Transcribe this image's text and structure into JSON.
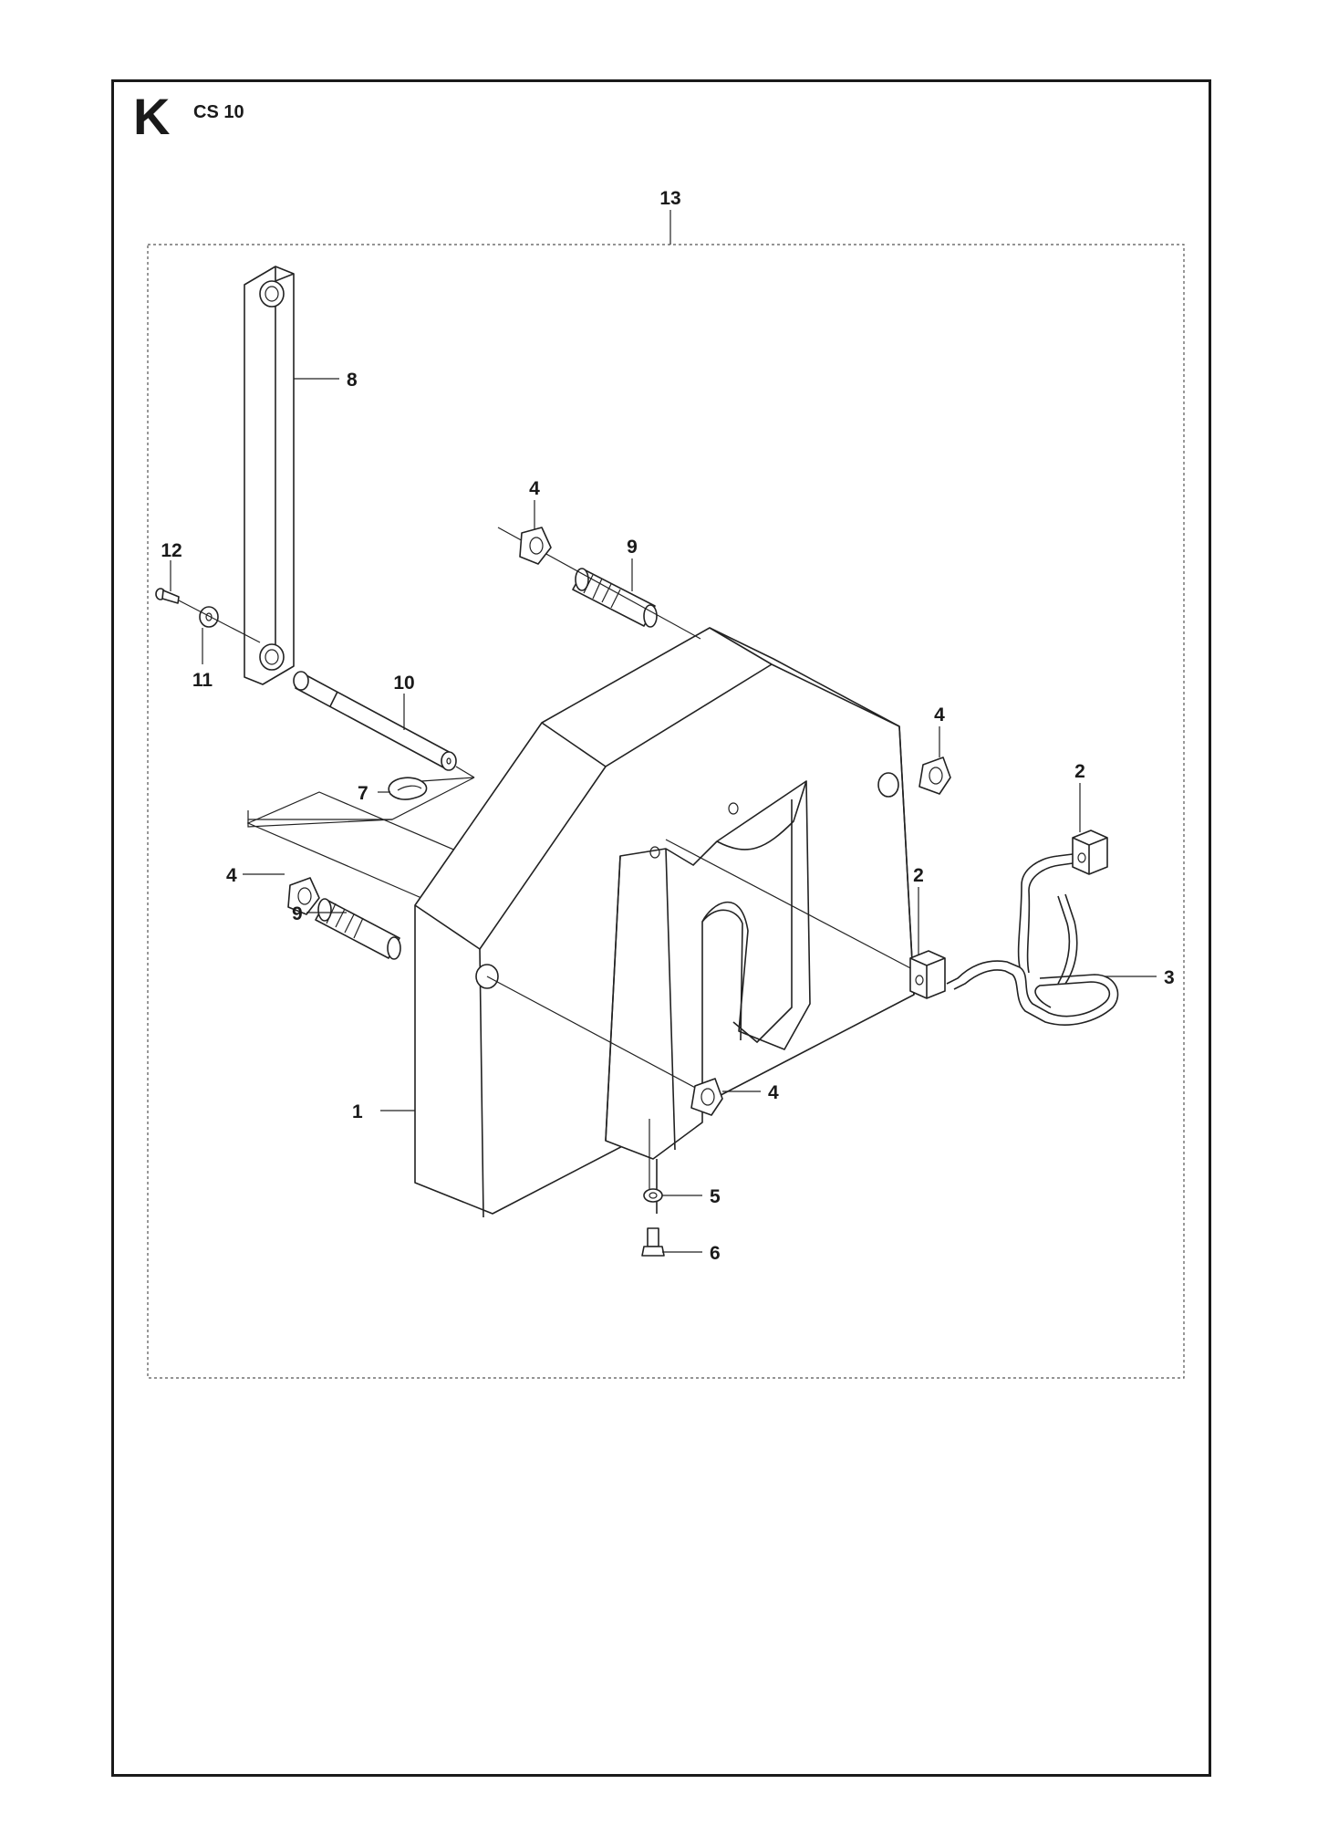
{
  "header": {
    "section_letter": "K",
    "model": "CS 10"
  },
  "callouts": {
    "c1": "1",
    "c2a": "2",
    "c2b": "2",
    "c3": "3",
    "c4a": "4",
    "c4b": "4",
    "c4c": "4",
    "c4d": "4",
    "c5": "5",
    "c6": "6",
    "c7": "7",
    "c8": "8",
    "c9a": "9",
    "c9b": "9",
    "c10": "10",
    "c11": "11",
    "c12": "12",
    "c13": "13"
  }
}
